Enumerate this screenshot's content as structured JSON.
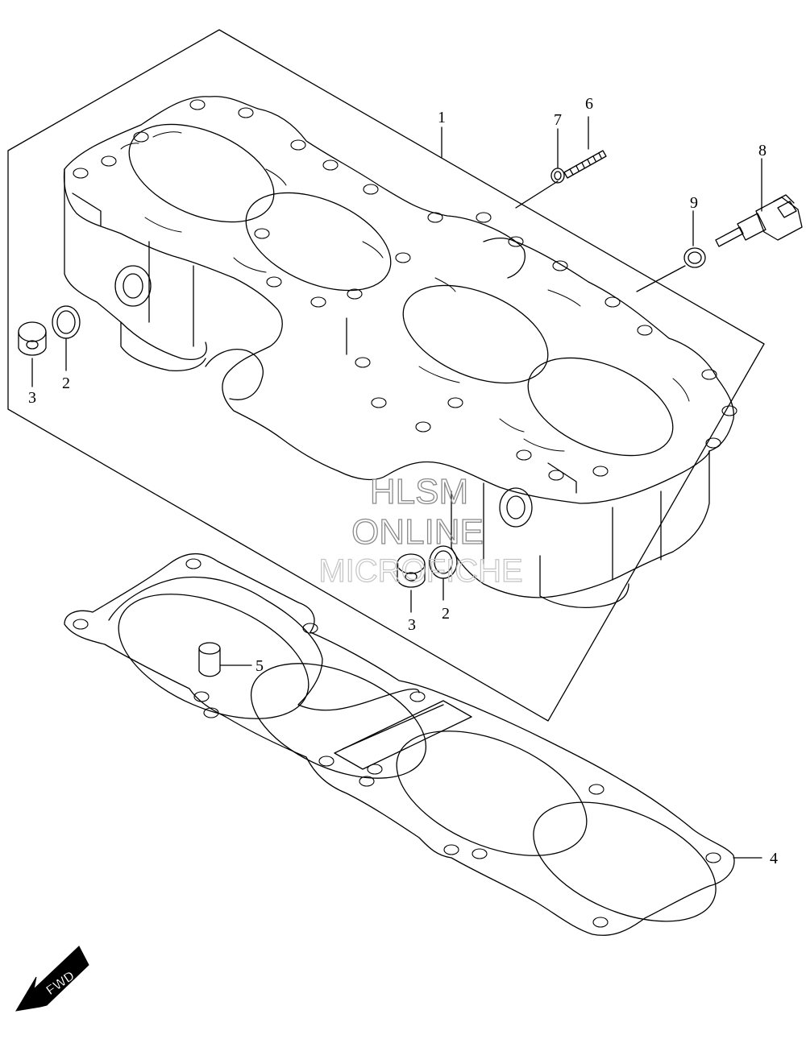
{
  "callouts": {
    "c1": "1",
    "c2_left": "2",
    "c2_right": "2",
    "c3_left": "3",
    "c3_right": "3",
    "c4": "4",
    "c5": "5",
    "c6": "6",
    "c7": "7",
    "c8": "8",
    "c9": "9"
  },
  "watermark": {
    "line1": "HLSM",
    "line2": "ONLINE",
    "line3": "MICROFICHE"
  },
  "direction_arrow": {
    "label": "FWD"
  },
  "colors": {
    "line": "#000000",
    "background": "#ffffff",
    "watermark": "#8a8a8a"
  }
}
